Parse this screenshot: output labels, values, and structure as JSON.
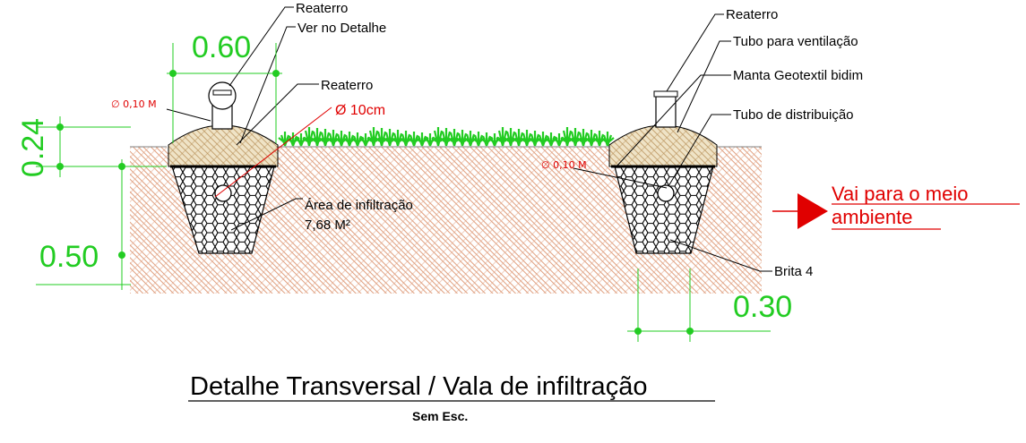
{
  "labels": {
    "reaterro_top": "Reaterro",
    "ver_no_detalhe": "Ver no Detalhe",
    "reaterro_mid": "Reaterro",
    "reaterro_right": "Reaterro",
    "tubo_ventilacao": "Tubo para ventilação",
    "manta": "Manta Geotextil bidim",
    "tubo_distribuicao": "Tubo de distribuição",
    "area_infiltracao_line1": "Área de infiltração",
    "area_infiltracao_line2": "7,68 M²",
    "brita": "Brita 4"
  },
  "red_labels": {
    "diam_left": "∅ 0,10 M",
    "diam_pipe": "Ø 10cm",
    "diam_right": "∅ 0,10 M",
    "flow_line1": "Vai para o meio",
    "flow_line2": "ambiente"
  },
  "dimensions": {
    "top_width": "0.60",
    "cover_depth": "0.24",
    "trench_depth": "0.50",
    "bottom_width": "0.30"
  },
  "title": "Detalhe Transversal / Vala de infiltração",
  "subtitle": "Sem Esc.",
  "colors": {
    "dimension": "#22cc22",
    "annotation_red": "#e00000",
    "soil_hatch": "#e0a080",
    "gravel": "#000000",
    "grass": "#22cc22",
    "backfill_mound": "#d9c49a"
  }
}
